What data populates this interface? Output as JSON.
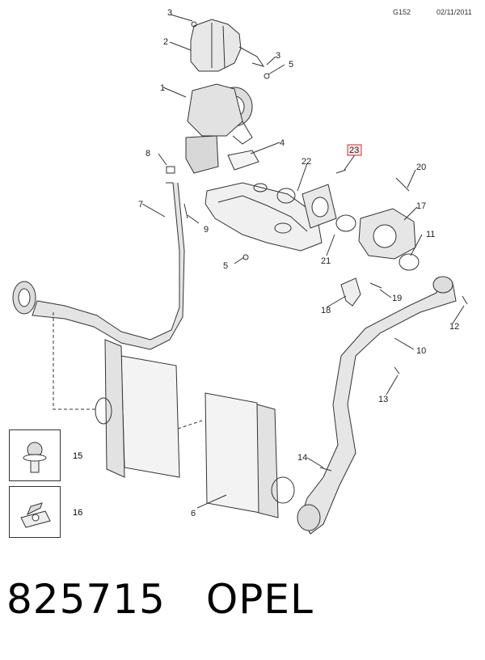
{
  "header": {
    "code": "G152",
    "date": "02/11/2011"
  },
  "callouts": [
    {
      "n": "1",
      "highlight": false
    },
    {
      "n": "2",
      "highlight": false
    },
    {
      "n": "3",
      "highlight": false
    },
    {
      "n": "3",
      "highlight": false
    },
    {
      "n": "4",
      "highlight": false
    },
    {
      "n": "5",
      "highlight": false
    },
    {
      "n": "5",
      "highlight": false
    },
    {
      "n": "6",
      "highlight": false
    },
    {
      "n": "7",
      "highlight": false
    },
    {
      "n": "8",
      "highlight": false
    },
    {
      "n": "9",
      "highlight": false
    },
    {
      "n": "10",
      "highlight": false
    },
    {
      "n": "11",
      "highlight": false
    },
    {
      "n": "12",
      "highlight": false
    },
    {
      "n": "13",
      "highlight": false
    },
    {
      "n": "14",
      "highlight": false
    },
    {
      "n": "17",
      "highlight": false
    },
    {
      "n": "18",
      "highlight": false
    },
    {
      "n": "19",
      "highlight": false
    },
    {
      "n": "20",
      "highlight": false
    },
    {
      "n": "21",
      "highlight": false
    },
    {
      "n": "22",
      "highlight": false
    },
    {
      "n": "23",
      "highlight": true
    }
  ],
  "legend": [
    {
      "n": "15",
      "icon": "bolt-with-washer-icon"
    },
    {
      "n": "16",
      "icon": "clip-nut-icon"
    }
  ],
  "footer": {
    "part_number": "825715",
    "brand": "OPEL"
  },
  "colors": {
    "highlight": "#c8323c",
    "line": "#333333"
  }
}
